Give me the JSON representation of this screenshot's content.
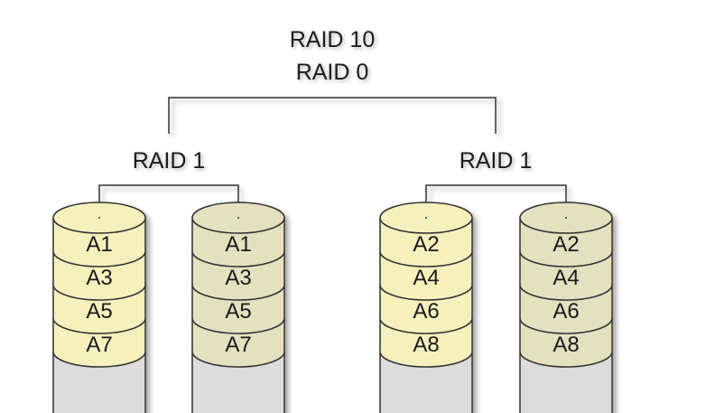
{
  "title": {
    "line1": "RAID 10",
    "line2": "RAID 0"
  },
  "groups": [
    {
      "label": "RAID 1",
      "disks": [
        {
          "blocks": [
            "A1",
            "A3",
            "A5",
            "A7"
          ]
        },
        {
          "blocks": [
            "A1",
            "A3",
            "A5",
            "A7"
          ]
        }
      ]
    },
    {
      "label": "RAID 1",
      "disks": [
        {
          "blocks": [
            "A2",
            "A4",
            "A6",
            "A8"
          ]
        },
        {
          "blocks": [
            "A2",
            "A4",
            "A6",
            "A8"
          ]
        }
      ]
    }
  ],
  "colors": {
    "block_fill_primary": "#f6f0bd",
    "block_fill_mirror": "#e3e2bf",
    "empty_fill": "#dcdcdc",
    "outline": "#333333"
  }
}
